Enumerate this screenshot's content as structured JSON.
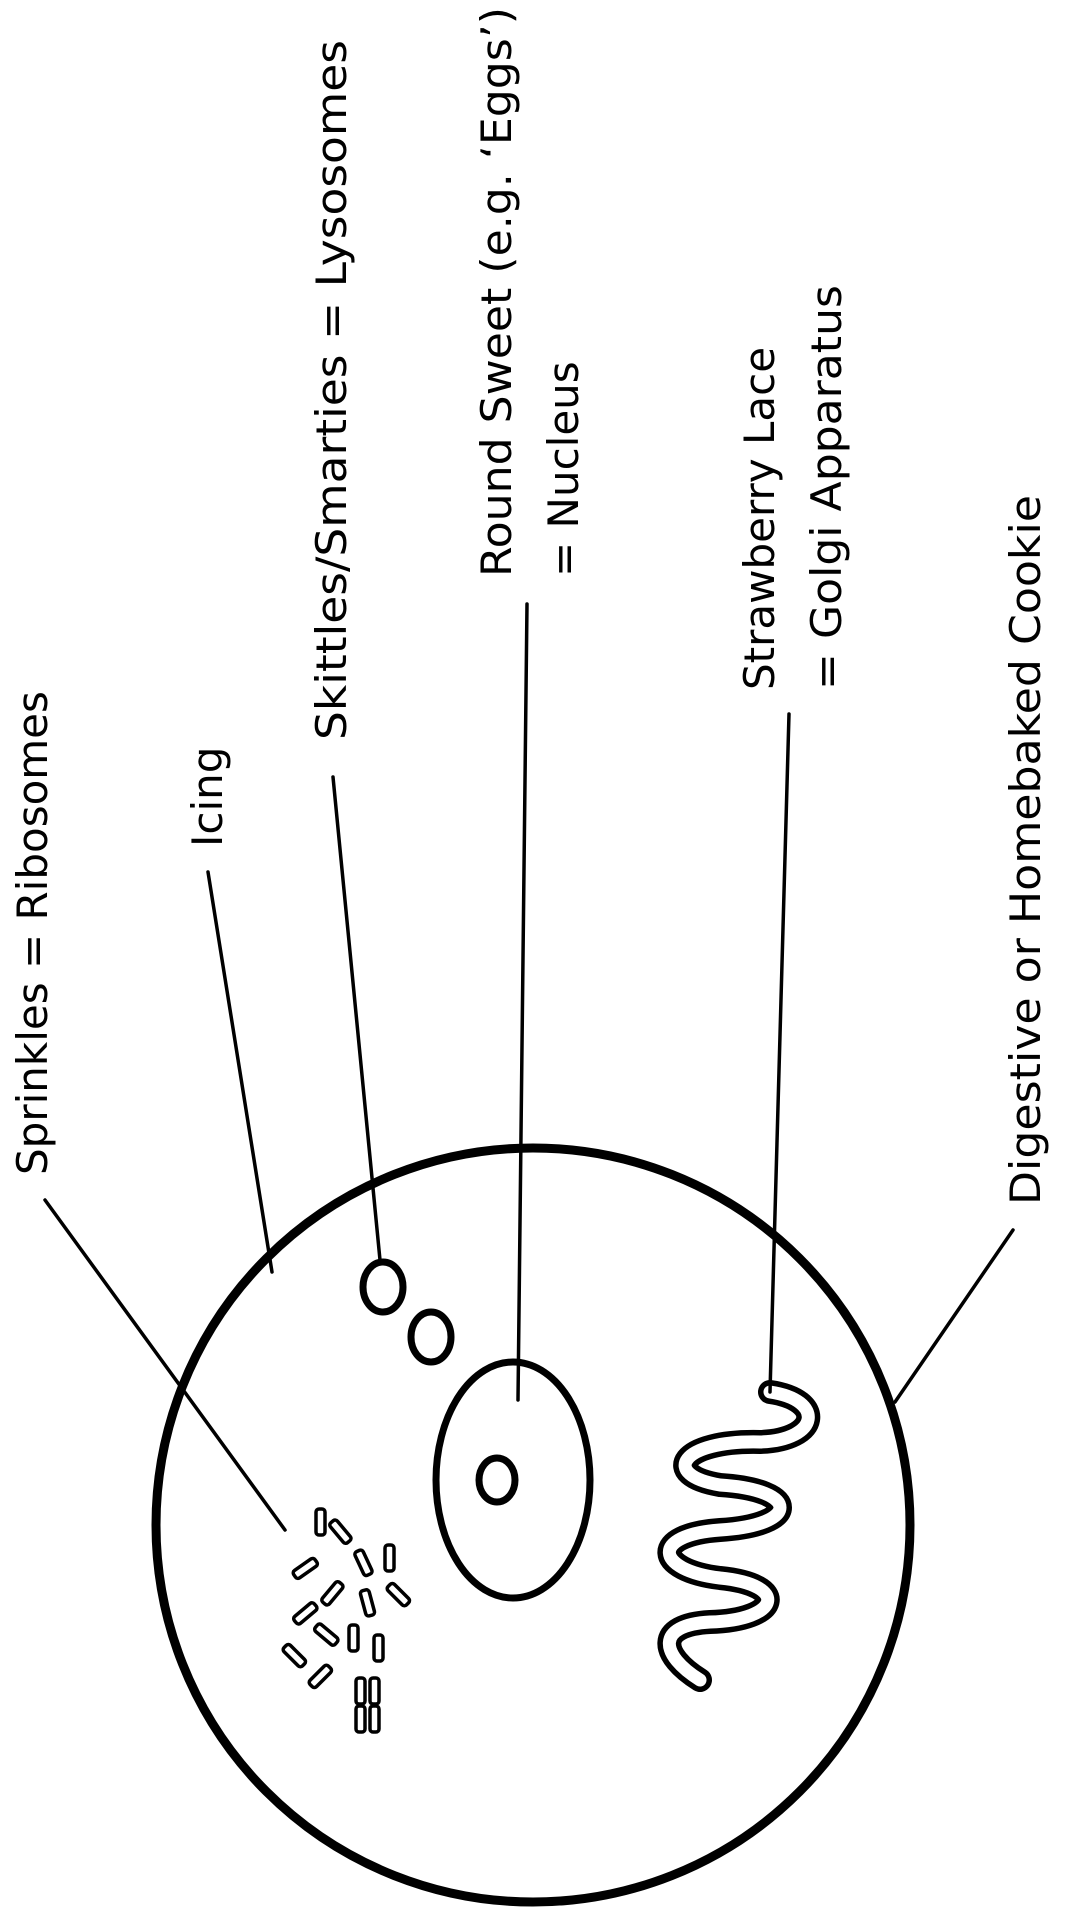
{
  "labels": {
    "sprinkles": "Sprinkles = Ribosomes",
    "icing": "Icing",
    "skittles": "Skittles/Smarties = Lysosomes",
    "round_sweet_line1": "Round Sweet (e.g. ‘Eggs’)",
    "round_sweet_line2": "= Nucleus",
    "strawberry_line1": "Strawberry Lace",
    "strawberry_line2": "= Golgi Apparatus",
    "cookie": "Digestive or Homebaked Cookie"
  },
  "colors": {
    "ink": "#000000",
    "background": "#ffffff"
  }
}
